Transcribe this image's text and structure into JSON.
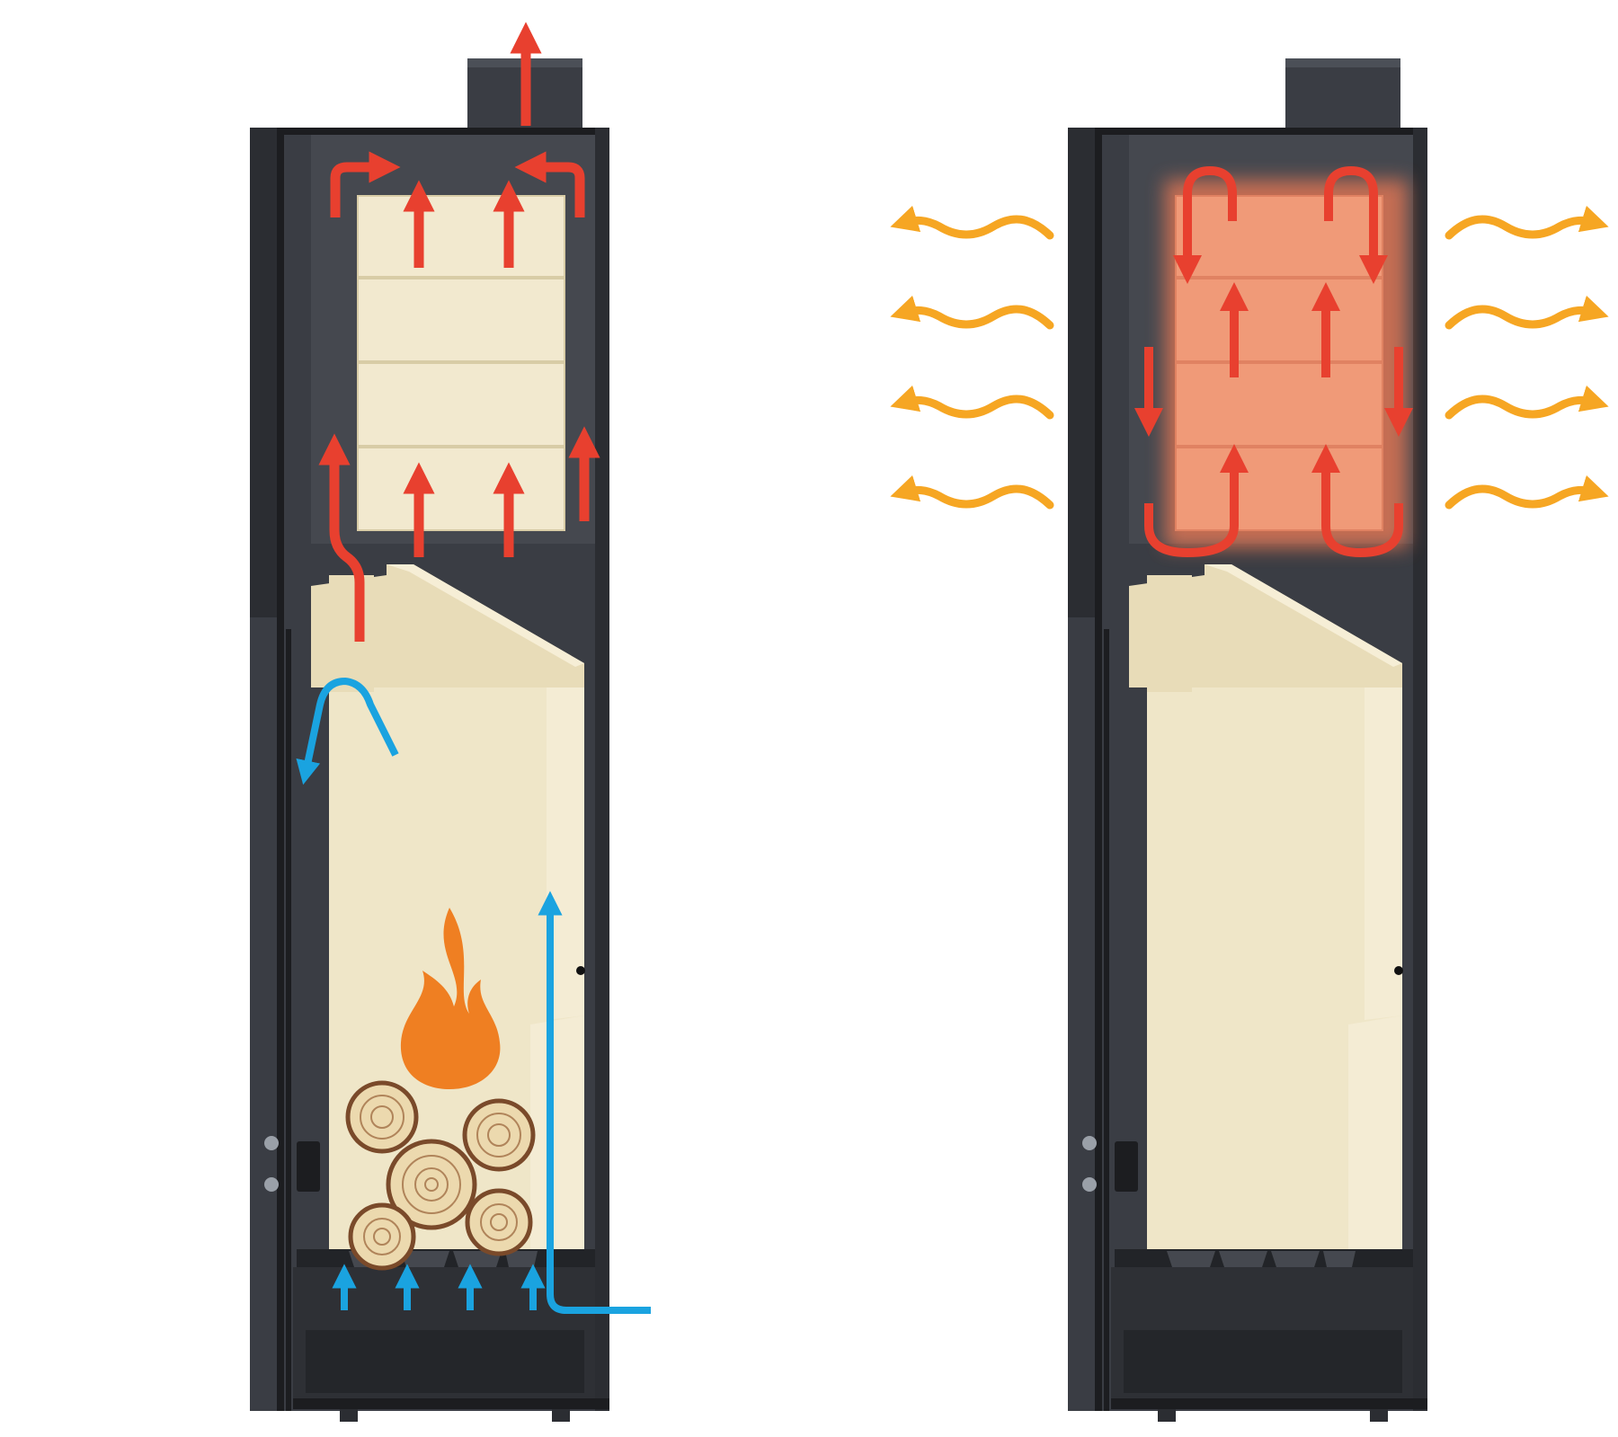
{
  "diagram": {
    "panels": [
      {
        "id": "firing-phase",
        "label": ""
      },
      {
        "id": "heat-release-phase",
        "label": ""
      }
    ]
  },
  "icons": {
    "flame": "flame-icon",
    "logs": "firewood-logs-icon",
    "flue_arrow": "flue-gas-arrow",
    "air_arrow": "combustion-air-arrow",
    "heat_wave": "radiant-heat-arrow"
  },
  "colors": {
    "background": "#ffffff",
    "casing": "#3a3d44",
    "casing_dark": "#2b2d32",
    "casing_edge": "#1c1d20",
    "chamber_lining": "#efe6c8",
    "chamber_shade": "#e2d6b0",
    "heat_stone": "#f2e9cf",
    "heat_stone_hot": "#f09a78",
    "flue_arrow": "#e8402f",
    "air_arrow": "#1aa3e0",
    "flame": "#ef7f22",
    "log": "#ecd9ae",
    "log_outline": "#7a4a2a",
    "heat_wave": "#f6a623"
  }
}
